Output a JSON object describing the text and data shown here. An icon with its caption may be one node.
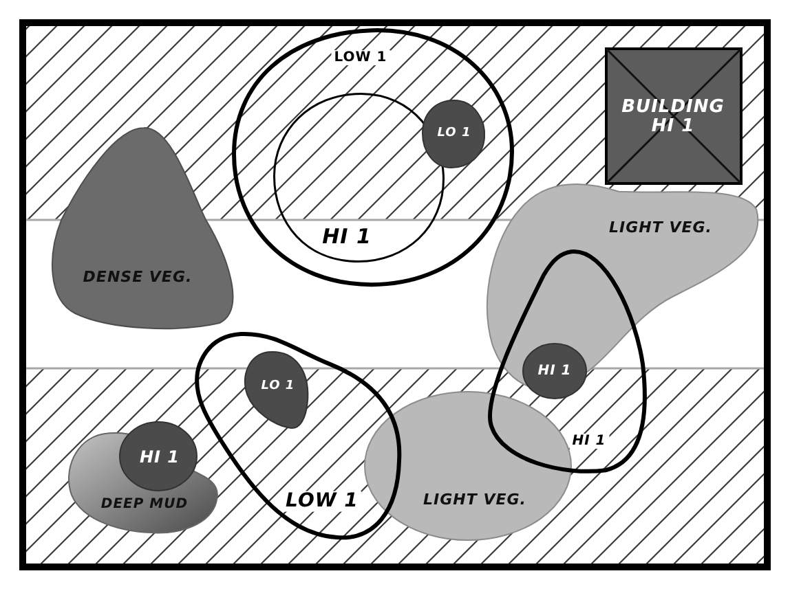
{
  "diagram": {
    "nodes": [
      {
        "text": [
          "LOW 1"
        ]
      },
      {
        "text": [
          "HI 1"
        ],
        "in": 0
      },
      {
        "text": [
          "LO 1"
        ],
        "in": 0
      },
      {
        "text": [
          "BUILDING HI 1"
        ]
      },
      {
        "text": [
          "DENSE VEG."
        ]
      },
      {
        "text": [
          "LIGHT VEG."
        ]
      },
      {
        "text": [
          "HI 1"
        ]
      },
      {
        "text": [
          "HI 1"
        ],
        "in": 6
      },
      {
        "text": [
          "LOW 1"
        ]
      },
      {
        "text": [
          "LO 1"
        ],
        "in": 8
      },
      {
        "text": [
          "DEEP MUD"
        ]
      },
      {
        "text": [
          "HI 1"
        ]
      },
      {
        "text": [
          "LIGHT VEG."
        ]
      }
    ]
  }
}
